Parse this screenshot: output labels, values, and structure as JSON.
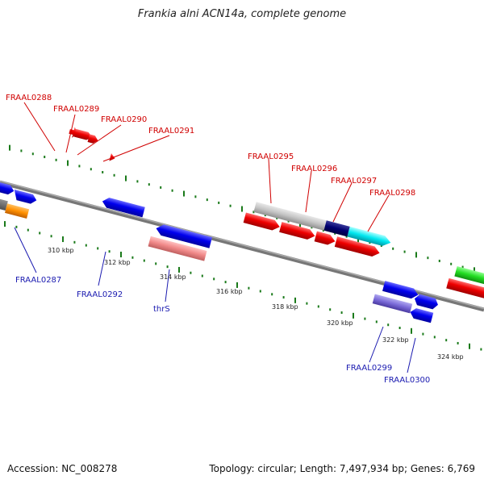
{
  "title": "Frankia alni ACN14a, complete genome",
  "footer": {
    "accession": "Accession: NC_008278",
    "topology": "Topology: circular; Length: 7,497,934 bp; Genes: 6,769"
  },
  "ticks": [
    "310 kbp",
    "312 kbp",
    "314 kbp",
    "316 kbp",
    "318 kbp",
    "320 kbp",
    "322 kbp",
    "324 kbp"
  ],
  "forward_labels": [
    "FRAAL0288",
    "FRAAL0289",
    "FRAAL0290",
    "FRAAL0291",
    "FRAAL0295",
    "FRAAL0296",
    "FRAAL0297",
    "FRAAL0298"
  ],
  "reverse_labels": [
    "FRAAL0287",
    "FRAAL0292",
    "thrS",
    "FRAAL0299",
    "FRAAL0300"
  ],
  "colors": {
    "red_label": "#d00000",
    "blue_label": "#1a1ab0",
    "tick_green": "#1a7a1a",
    "backbone": "#888888"
  }
}
